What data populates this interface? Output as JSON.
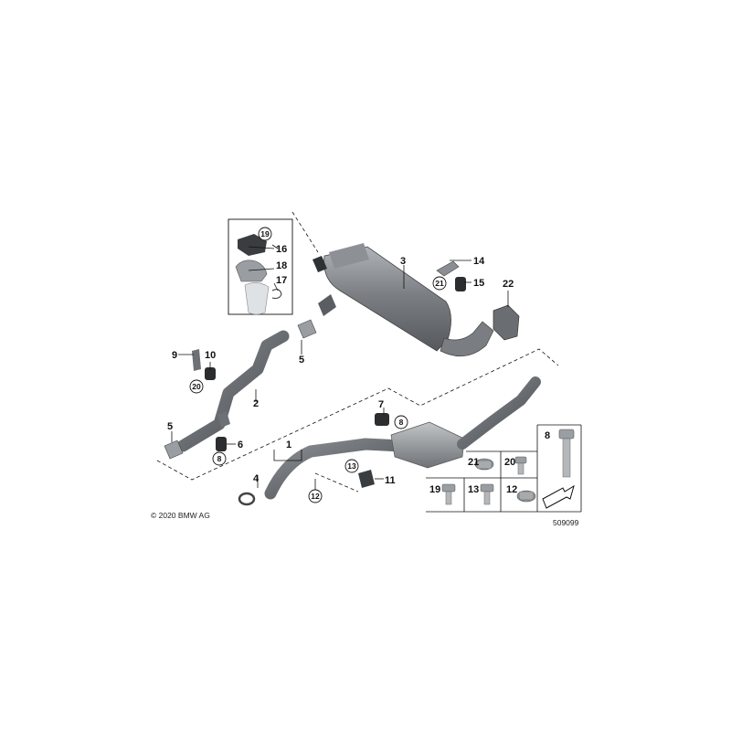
{
  "copyright": "© 2020 BMW AG",
  "drawing_number": "509099",
  "callouts": {
    "c1": "1",
    "c2": "2",
    "c3": "3",
    "c4": "4",
    "c5a": "5",
    "c5b": "5",
    "c6": "6",
    "c7": "7",
    "c8a": "8",
    "c8b": "8",
    "c8c": "8",
    "c9": "9",
    "c10": "10",
    "c11": "11",
    "c12": "12",
    "c12b": "12",
    "c13": "13",
    "c13b": "13",
    "c14": "14",
    "c15": "15",
    "c16": "16",
    "c17": "17",
    "c18": "18",
    "c19": "19",
    "c19b": "19",
    "c20": "20",
    "c20b": "20",
    "c21": "21",
    "c21b": "21",
    "c22": "22"
  },
  "colors": {
    "pipe": "#55595d",
    "pipe_light": "#8a8e92",
    "muffler": "#6d7175",
    "muffler_light": "#a3a7ab",
    "rubber": "#2b2d2f",
    "metal": "#9a9ea2"
  }
}
